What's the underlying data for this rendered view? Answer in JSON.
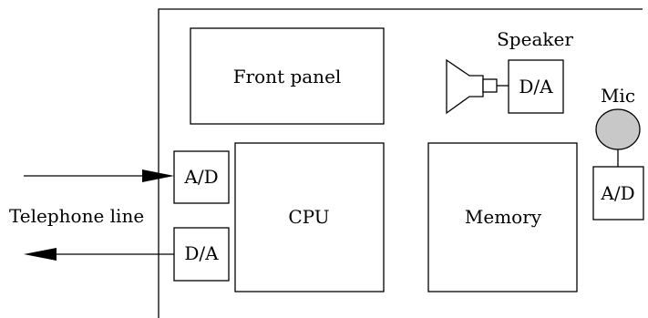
{
  "labels": {
    "front_panel": "Front panel",
    "cpu": "CPU",
    "memory": "Memory",
    "speaker": "Speaker",
    "speaker_dac": "D/A",
    "mic": "Mic",
    "mic_adc": "A/D",
    "line_adc": "A/D",
    "line_dac": "D/A",
    "telephone_line": "Telephone line"
  },
  "colors": {
    "stroke": "#000000",
    "background": "#ffffff",
    "mic_fill": "#c8c8c8"
  }
}
